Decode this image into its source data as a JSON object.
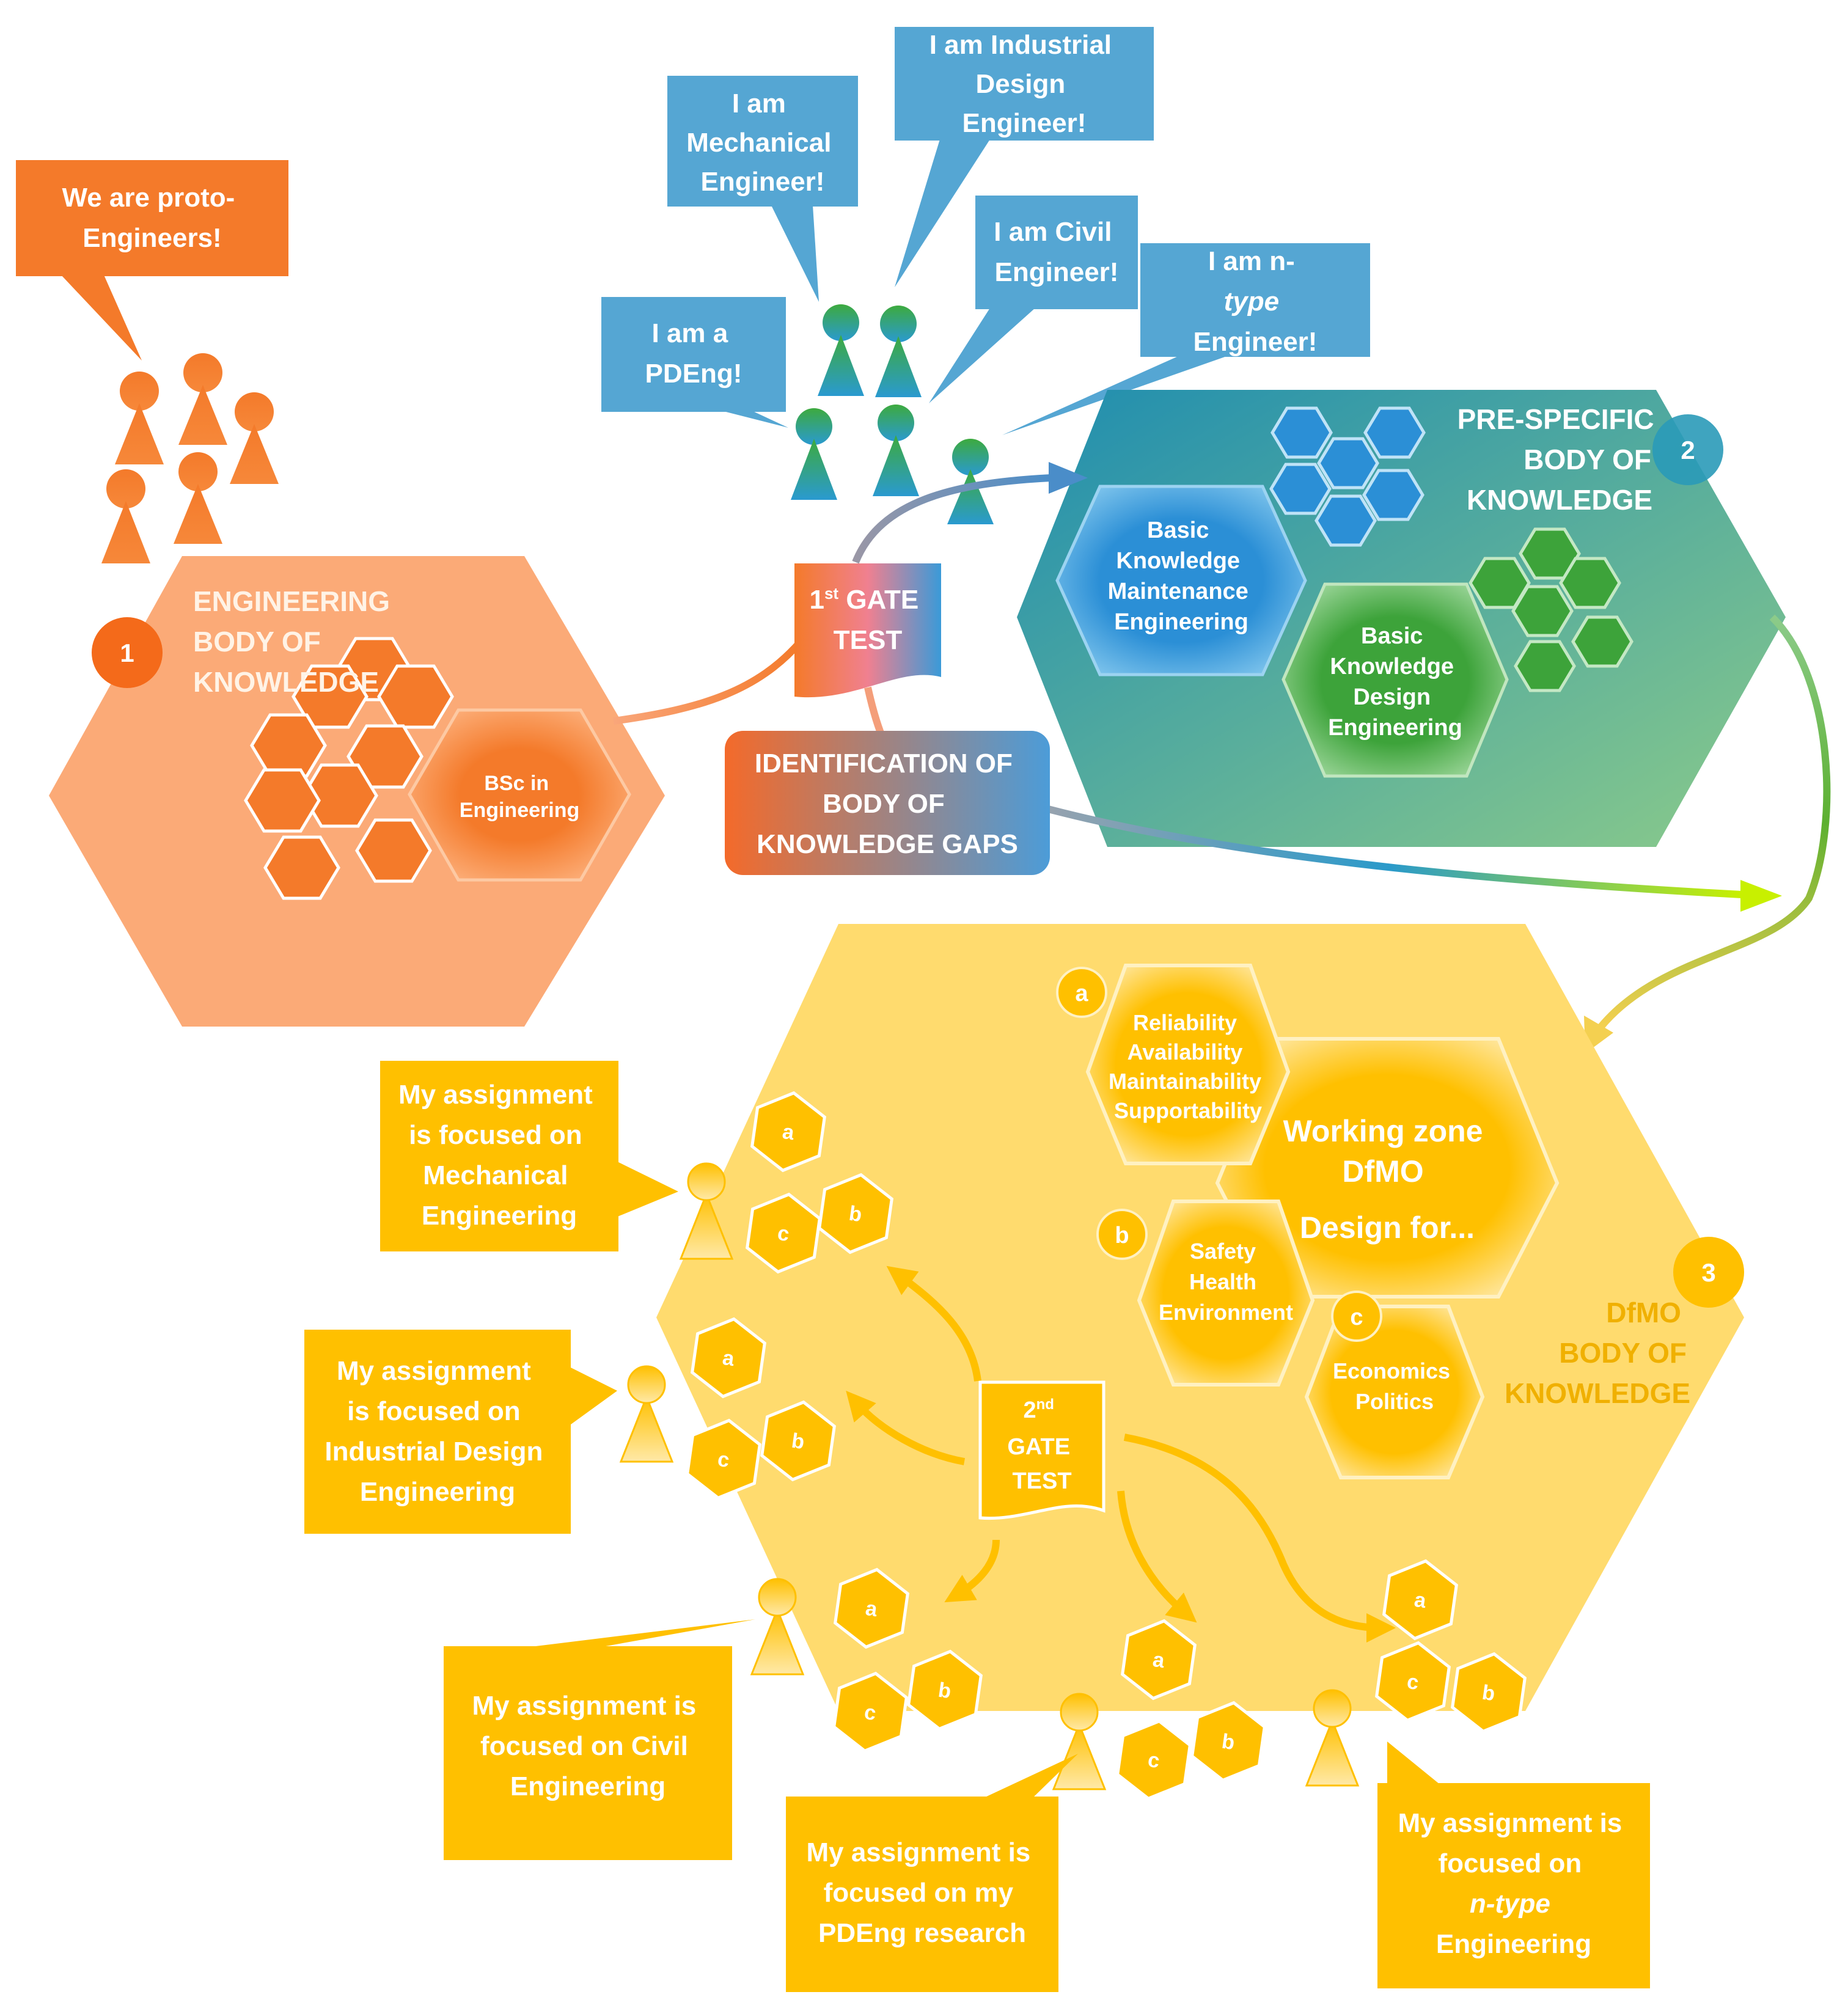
{
  "bubbles": {
    "proto": [
      "We are proto-",
      "Engineers!"
    ],
    "pdeng": [
      "I am a",
      "PDEng!"
    ],
    "mechanical": [
      "I am",
      "Mechanical",
      "Engineer!"
    ],
    "industrial": [
      "I am Industrial",
      "Design",
      "Engineer!"
    ],
    "civil": [
      "I am Civil",
      "Engineer!"
    ],
    "ntype": [
      "I am n-",
      "type",
      "Engineer!"
    ]
  },
  "zone1": {
    "number": "1",
    "title": [
      "ENGINEERING",
      "BODY OF",
      "KNOWLEDGE"
    ],
    "core": [
      "BSc in",
      "Engineering"
    ]
  },
  "zone2": {
    "number": "2",
    "title": [
      "PRE-SPECIFIC",
      "BODY OF",
      "KNOWLEDGE"
    ],
    "maintenance": [
      "Basic",
      "Knowledge",
      "Maintenance",
      "Engineering"
    ],
    "design": [
      "Basic",
      "Knowledge",
      "Design",
      "Engineering"
    ]
  },
  "gate1": {
    "line1_main": "1",
    "line1_sup": "st",
    "line1_rest": " GATE",
    "line2": "TEST"
  },
  "gap_box": [
    "IDENTIFICATION OF",
    "BODY OF",
    "KNOWLEDGE GAPS"
  ],
  "zone3": {
    "number": "3",
    "title": [
      "DfMO",
      "BODY OF",
      "KNOWLEDGE"
    ],
    "working": [
      "Working zone",
      "DfMO",
      "Design for..."
    ],
    "a_label": "a",
    "a_text": [
      "Reliability",
      "Availability",
      "Maintainability",
      "Supportability"
    ],
    "b_label": "b",
    "b_text": [
      "Safety",
      "Health",
      "Environment"
    ],
    "c_label": "c",
    "c_text": [
      "Economics",
      "Politics"
    ]
  },
  "gate2": {
    "line1_main": "2",
    "line1_sup": "nd",
    "line2": "GATE",
    "line3": "TEST"
  },
  "cluster_labels": {
    "a": "a",
    "b": "b",
    "c": "c"
  },
  "assignments": {
    "mechanical": [
      "My assignment",
      "is focused on",
      "Mechanical",
      "Engineering"
    ],
    "industrial": [
      "My assignment",
      "is focused on",
      "Industrial Design",
      "Engineering"
    ],
    "civil": [
      "My assignment is",
      "focused on Civil",
      "Engineering"
    ],
    "pdeng": [
      "My assignment is",
      "focused on my",
      "PDEng research"
    ],
    "ntype": [
      "My assignment is",
      "focused on",
      "n-type",
      "Engineering"
    ]
  },
  "colors": {
    "orange": "#F47A2A",
    "orange_light": "#FBAA77",
    "blue": "#55A6D3",
    "teal": "#2A9AA8",
    "green": "#3DAA3E",
    "yellow": "#FFC000",
    "yellow_light": "#FFDB6E"
  }
}
